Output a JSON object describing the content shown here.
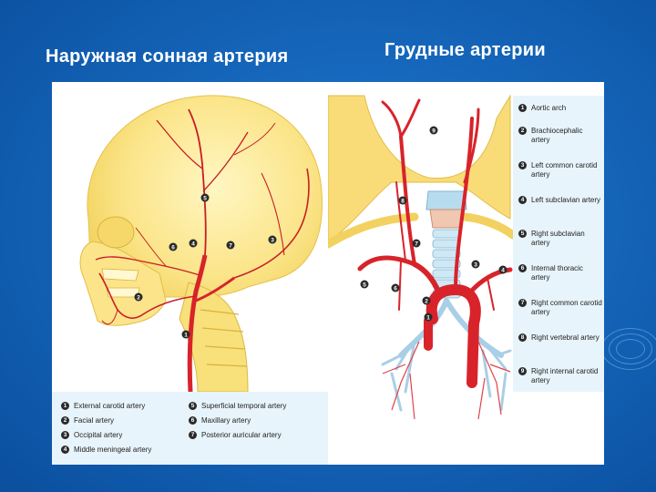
{
  "titles": {
    "left": "Наружная сонная артерия",
    "right": "Грудные артерии"
  },
  "colors": {
    "background": "#1566bb",
    "artery": "#d8232a",
    "bone": "#f8e27a",
    "legend_bg": "#e7f4fb"
  },
  "head_diagram": {
    "markers": [
      "1",
      "2",
      "3",
      "4",
      "5",
      "6",
      "7"
    ],
    "legend": [
      {
        "num": "1",
        "label": "External carotid artery"
      },
      {
        "num": "2",
        "label": "Facial artery"
      },
      {
        "num": "3",
        "label": "Occipital artery"
      },
      {
        "num": "4",
        "label": "Middle meningeal artery"
      },
      {
        "num": "5",
        "label": "Superficial temporal artery"
      },
      {
        "num": "6",
        "label": "Maxillary artery"
      },
      {
        "num": "7",
        "label": "Posterior auricular artery"
      }
    ]
  },
  "thorax_diagram": {
    "markers": [
      "1",
      "2",
      "3",
      "4",
      "5",
      "6",
      "7",
      "8",
      "9"
    ],
    "legend": [
      {
        "num": "1",
        "label": "Aortic arch"
      },
      {
        "num": "2",
        "label": "Brachiocephalic artery"
      },
      {
        "num": "3",
        "label": "Left common carotid artery"
      },
      {
        "num": "4",
        "label": "Left subclavian artery"
      },
      {
        "num": "5",
        "label": "Right subclavian artery"
      },
      {
        "num": "6",
        "label": "Internal thoracic artery"
      },
      {
        "num": "7",
        "label": "Right common carotid artery"
      },
      {
        "num": "8",
        "label": "Right vertebral artery"
      },
      {
        "num": "9",
        "label": "Right internal carotid artery"
      }
    ]
  }
}
